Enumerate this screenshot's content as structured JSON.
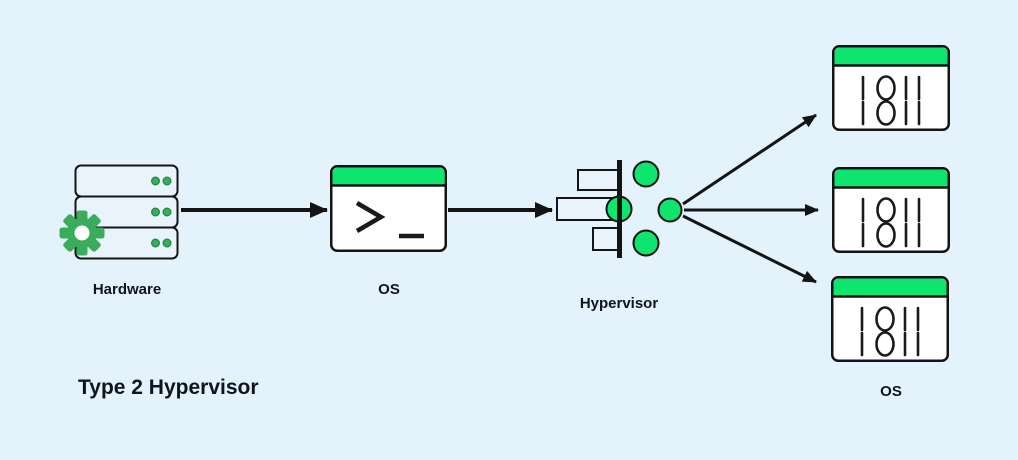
{
  "title": "Type 2 Hypervisor",
  "labels": {
    "hardware": "Hardware",
    "host_os": "OS",
    "hypervisor": "Hypervisor",
    "guest_os": "OS"
  },
  "icons": {
    "hardware": "server-stack-with-gear-icon",
    "host_os": "terminal-window-icon",
    "hypervisor": "scheduler-bar-icon",
    "guest_os": "vm-binary-window-icon"
  },
  "terminal_prompt": "> _",
  "vm_windows": {
    "count": 3,
    "binary_rows": [
      "1011",
      "1011"
    ]
  },
  "edges": [
    {
      "from": "Hardware",
      "to": "OS"
    },
    {
      "from": "OS",
      "to": "Hypervisor"
    },
    {
      "from": "Hypervisor",
      "to": "VM 1"
    },
    {
      "from": "Hypervisor",
      "to": "VM 2"
    },
    {
      "from": "Hypervisor",
      "to": "VM 3"
    }
  ],
  "colors": {
    "background": "#e4f2fc",
    "accent_green": "#0ee56e",
    "icon_green": "#3aad5c",
    "icon_green_dark": "#23894a",
    "stroke": "#141414",
    "text": "#10151c",
    "panel": "#ffffff"
  }
}
